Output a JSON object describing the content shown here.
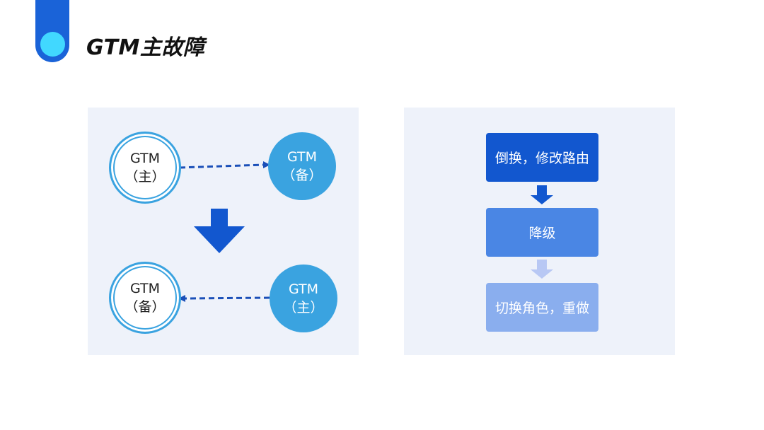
{
  "header": {
    "title": "GTM主故障",
    "colors": {
      "tab": "#1a63d8",
      "dot": "#41d8ff"
    }
  },
  "left_panel": {
    "before": {
      "primary_node": {
        "line1": "GTM",
        "line2": "（主）"
      },
      "standby_node": {
        "line1": "GTM",
        "line2": "（备）"
      }
    },
    "after": {
      "left_node": {
        "line1": "GTM",
        "line2": "（备）"
      },
      "right_node": {
        "line1": "GTM",
        "line2": "（主）"
      }
    },
    "colors": {
      "node": "#3aa3e0",
      "arrow": "#1257cf",
      "connector": "#1a4fb8"
    }
  },
  "right_panel": {
    "steps": [
      {
        "label": "倒换，修改路由",
        "color": "#1257cf"
      },
      {
        "label": "降级",
        "color": "#4a86e4"
      },
      {
        "label": "切换角色，重做",
        "color": "#8aaeee"
      }
    ],
    "arrow_colors": [
      "#1257cf",
      "#b8c8f4"
    ]
  }
}
